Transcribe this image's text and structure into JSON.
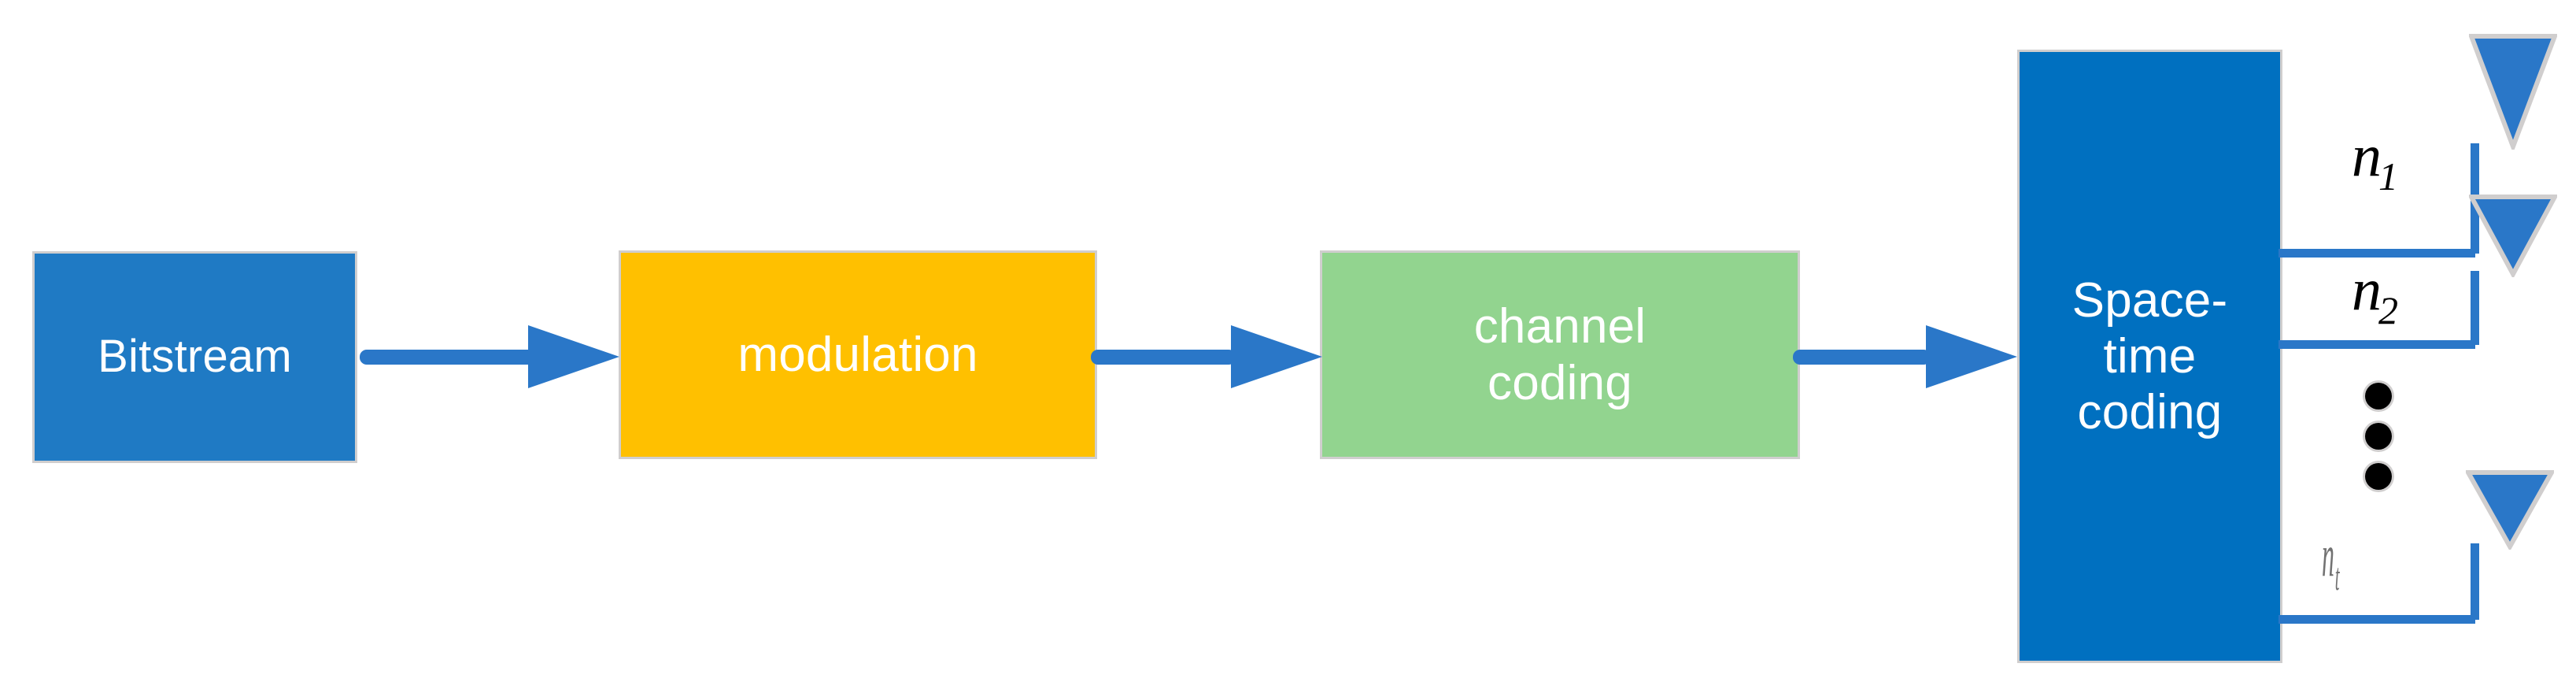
{
  "diagram": {
    "title": "MIMO transmitter chain block diagram",
    "background_color": "#FFFFFF",
    "blocks": [
      {
        "id": "bitstream",
        "label": "Bitstream",
        "fill": "#1F7AC4",
        "text_color": "#FFFFFF",
        "border_color": "#D0CECE"
      },
      {
        "id": "modulation",
        "label": "modulation",
        "fill": "#FFC000",
        "text_color": "#FFFFFF",
        "border_color": "#D0CECE"
      },
      {
        "id": "channel-coding",
        "label": "channel\ncoding",
        "line1": "channel",
        "line2": "coding",
        "fill": "#92D48F",
        "text_color": "#FFFFFF",
        "border_color": "#D0CECE"
      },
      {
        "id": "space-time-coding",
        "label": "Space-\ntime\ncoding",
        "line1": "Space-",
        "line2": "time",
        "line3": "coding",
        "fill": "#0070C0",
        "text_color": "#FFFFFF",
        "border_color": "#D0CECE"
      }
    ],
    "arrows": [
      {
        "id": "bitstream-to-modulation",
        "color": "#2A77C8",
        "direction": "right"
      },
      {
        "id": "modulation-to-channel-coding",
        "color": "#2A77C8",
        "direction": "right"
      },
      {
        "id": "channel-coding-to-space-time-coding",
        "color": "#2A77C8",
        "direction": "right"
      }
    ],
    "antennas": [
      {
        "id": "antenna-1",
        "label_base": "n",
        "label_sub": "1",
        "fill": "#2A77C8",
        "outline": "#D0CECE"
      },
      {
        "id": "antenna-2",
        "label_base": "n",
        "label_sub": "2",
        "fill": "#2A77C8",
        "outline": "#D0CECE"
      },
      {
        "id": "antenna-3",
        "label_base": "n",
        "label_sub": "t",
        "fill": "#2A77C8",
        "outline": "#D0CECE"
      }
    ],
    "ellipsis": {
      "id": "vertical-ellipsis",
      "glyph": "vertical-dots",
      "dot_count": 3,
      "color": "#000000"
    }
  }
}
